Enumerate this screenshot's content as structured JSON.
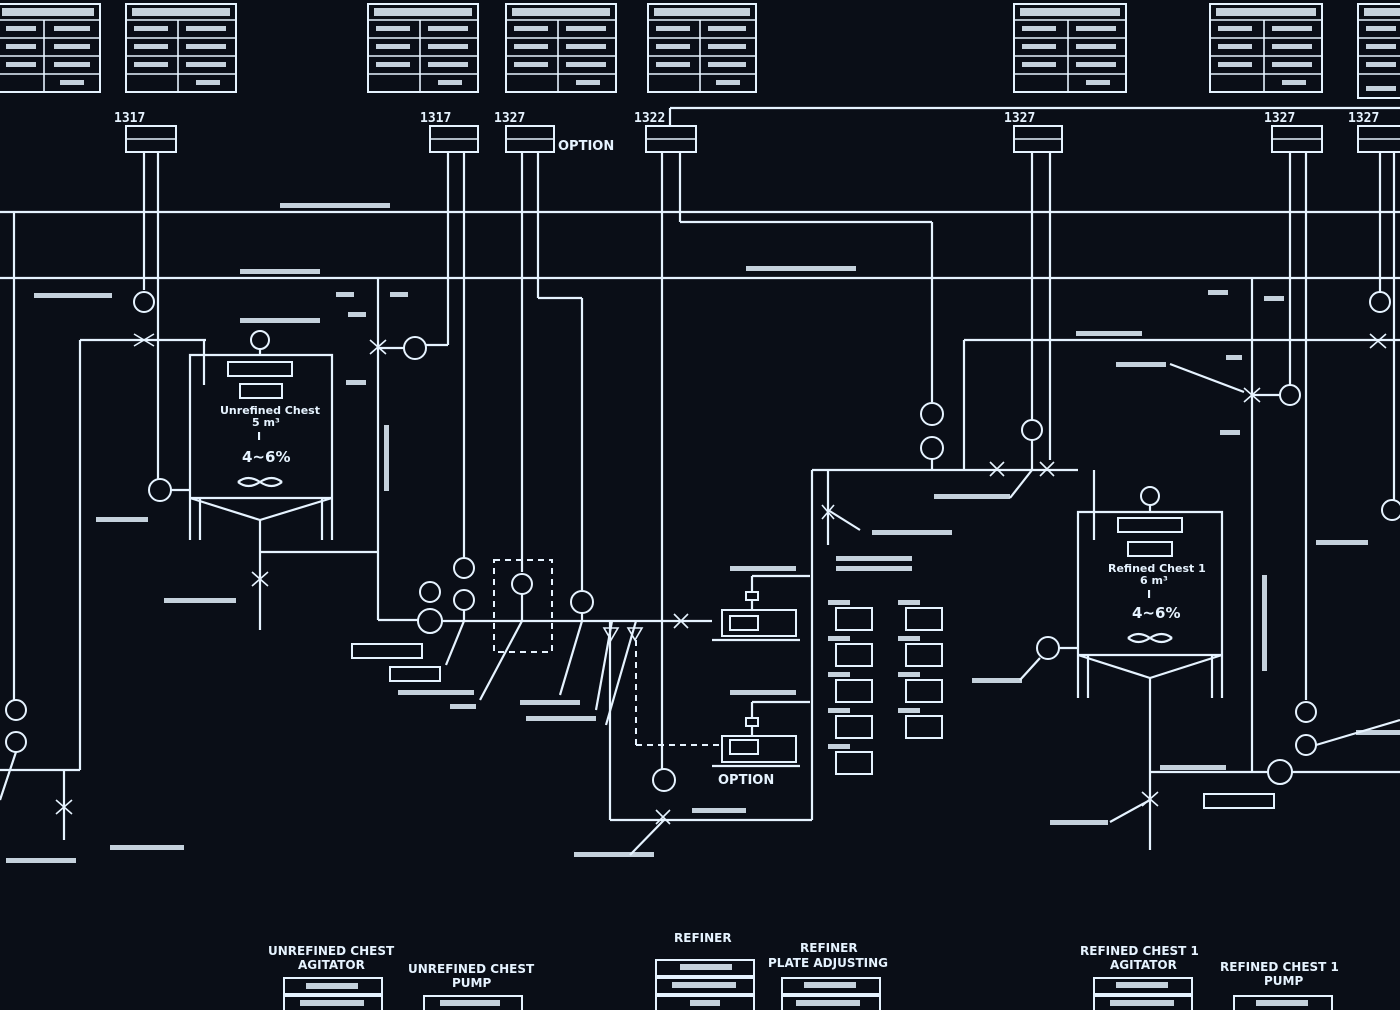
{
  "diagram": {
    "tags": {
      "t1": "1317",
      "t2": "1317",
      "t3": "1327",
      "t4": "1322",
      "t5": "1327",
      "t6": "1327",
      "t7": "1327"
    },
    "option_top": "OPTION",
    "option_bottom": "OPTION",
    "tank1": {
      "name": "Unrefined Chest",
      "volume": "5 m³",
      "sep": "I",
      "consistency": "4~6%"
    },
    "tank2": {
      "name": "Refined Chest 1",
      "volume": "6 m³",
      "sep": "I",
      "consistency": "4~6%"
    }
  },
  "equipment_legend": [
    {
      "id": "eq-unrefined-agitator",
      "line1": "UNREFINED CHEST",
      "line2": "AGITATOR"
    },
    {
      "id": "eq-unrefined-pump",
      "line1": "UNREFINED CHEST",
      "line2": "PUMP"
    },
    {
      "id": "eq-refiner",
      "line1": "REFINER",
      "line2": ""
    },
    {
      "id": "eq-refiner-plate",
      "line1": "REFINER",
      "line2": "PLATE ADJUSTING"
    },
    {
      "id": "eq-refined-agitator",
      "line1": "REFINED CHEST 1",
      "line2": "AGITATOR"
    },
    {
      "id": "eq-refined-pump",
      "line1": "REFINED CHEST 1",
      "line2": "PUMP"
    }
  ],
  "colors": {
    "background": "#0a0e17",
    "line": "#e6f3ff"
  }
}
